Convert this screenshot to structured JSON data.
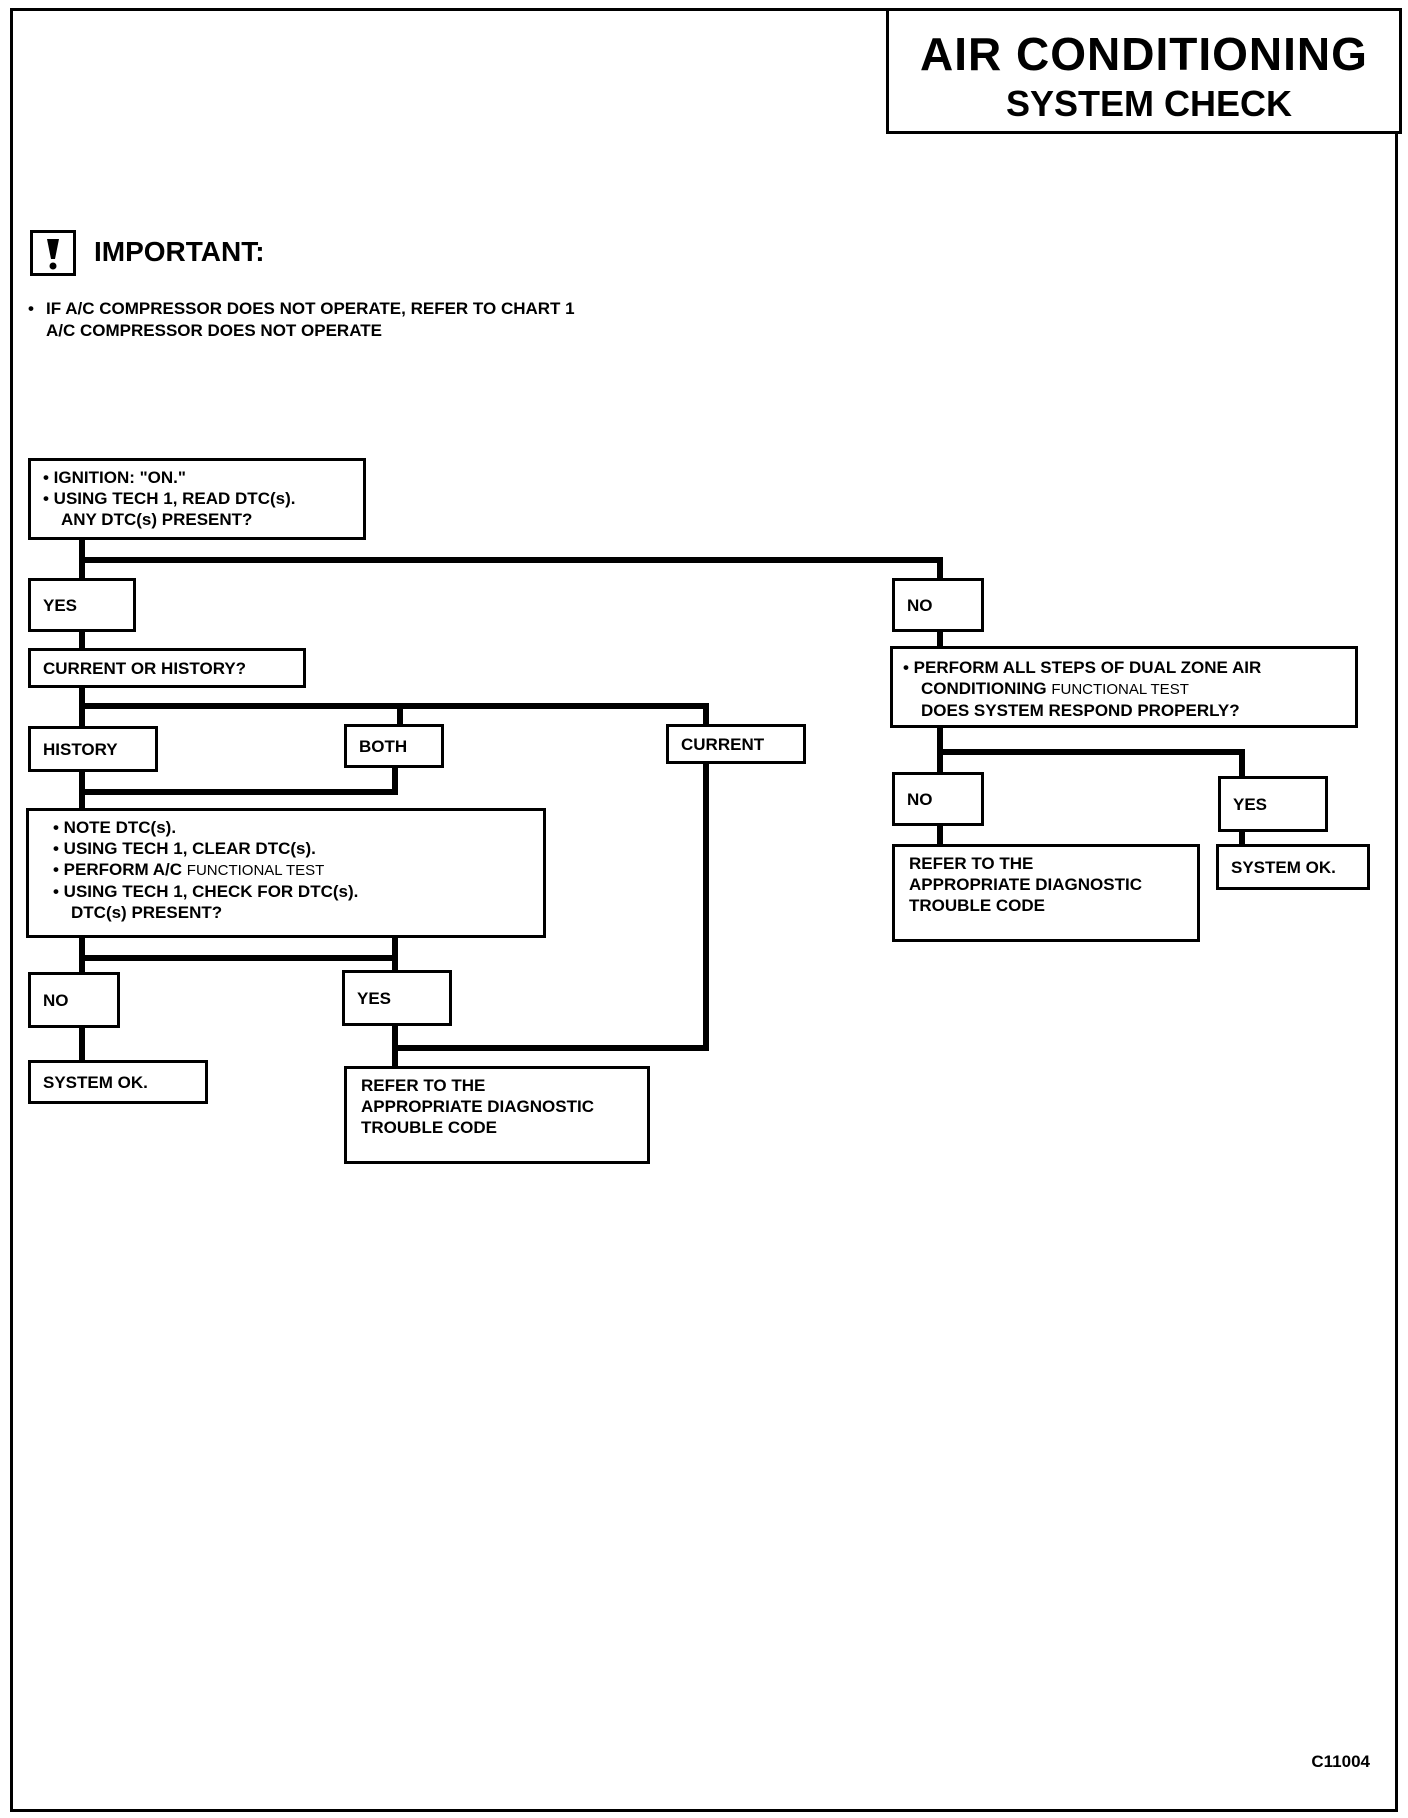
{
  "header": {
    "title_line1": "AIR CONDITIONING",
    "title_line2": "SYSTEM CHECK"
  },
  "important": {
    "icon": "exclamation-icon",
    "label": "IMPORTANT:",
    "note": "IF A/C COMPRESSOR DOES NOT OPERATE, REFER TO CHART 1 A/C COMPRESSOR DOES NOT OPERATE"
  },
  "flowchart": {
    "start": {
      "line1": "• IGNITION: \"ON.\"",
      "line2": "• USING TECH 1, READ DTC(s).",
      "line3": "ANY DTC(s) PRESENT?"
    },
    "yes_1": "YES",
    "no_1": "NO",
    "current_or_history": "CURRENT OR HISTORY?",
    "history": "HISTORY",
    "both": "BOTH",
    "current": "CURRENT",
    "history_steps": {
      "line1": "• NOTE DTC(s).",
      "line2": "• USING TECH 1, CLEAR DTC(s).",
      "line3a": "• PERFORM A/C",
      "line3b": "FUNCTIONAL TEST",
      "line4": "• USING TECH 1, CHECK FOR DTC(s).",
      "line5": "DTC(s) PRESENT?"
    },
    "no_2": "NO",
    "yes_2": "YES",
    "system_ok_1": "SYSTEM OK.",
    "refer_dtc_1": {
      "line1": "REFER TO THE",
      "line2": "APPROPRIATE DIAGNOSTIC",
      "line3": "TROUBLE CODE"
    },
    "dual_zone": {
      "line1": "• PERFORM ALL STEPS OF DUAL ZONE AIR",
      "line2a": "CONDITIONING",
      "line2b": "FUNCTIONAL TEST",
      "line3": "DOES SYSTEM RESPOND PROPERLY?"
    },
    "no_3": "NO",
    "yes_3": "YES",
    "refer_dtc_2": {
      "line1": "REFER TO THE",
      "line2": "APPROPRIATE DIAGNOSTIC",
      "line3": "TROUBLE CODE"
    },
    "system_ok_2": "SYSTEM OK."
  },
  "figure_id": "C11004"
}
